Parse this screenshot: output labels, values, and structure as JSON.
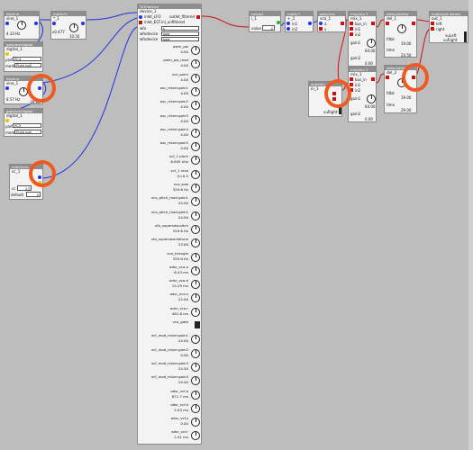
{
  "colors": {
    "canvas": "#bdbdbd",
    "audio_wire": "#cc1111",
    "control_wire": "#2233dd",
    "highlight": "#ee5a22"
  },
  "sine1": {
    "header": "lfo/sine",
    "name": "sine_1",
    "value": "4.33 Hz"
  },
  "mathf": {
    "header": "math/*c",
    "name": "*_1",
    "value": "x0.477",
    "value2": "10.50"
  },
  "gpio1": {
    "header": "gpio/out/digital",
    "name": "digital_1",
    "pad_label": "pad",
    "pad": "PC4",
    "mode_label": "mode",
    "mode": "Push pull"
  },
  "sine2": {
    "header": "lfo/sine",
    "name": "sine_1",
    "value": "8.57 Hz",
    "value2": "-28.60"
  },
  "gpio2": {
    "header": "gpio/out/digital",
    "name": "digital_1",
    "pad_label": "pad",
    "pad": "PC5",
    "mode_label": "mode",
    "mode": "Push pull"
  },
  "midi": {
    "header": "midi/in/cc",
    "name": "cc_1",
    "cc_label": "cc",
    "cc": "23",
    "default_label": "default",
    "default": "0"
  },
  "const": {
    "header": "const/i",
    "name": "i_1",
    "value": "2"
  },
  "mathadd": {
    "header": "math/+",
    "name": "+_1",
    "in1": "in1",
    "in2": "in2"
  },
  "gain": {
    "header": "gain/vca",
    "name": "vca_1",
    "a": "a",
    "v": "v"
  },
  "mix1": {
    "header": "mix/mix 2",
    "name": "mix_1",
    "bus": "bus_in",
    "in1": "in1",
    "gain1": "gain1",
    "in2": "in2",
    "gain2": "gain2",
    "g1": "64.00",
    "g2": "0.00"
  },
  "mix2": {
    "header": "mix/mix 2",
    "name": "mix_1",
    "bus": "bus_in",
    "in1": "in1",
    "gain1": "gain1",
    "in2": "in2",
    "gain2": "gain2",
    "g1": "64.00",
    "g2": "0.00"
  },
  "delay1": {
    "header": "delay/stereo",
    "name": "del_1",
    "fdbk": "fdbk",
    "fdbk_val": "19.00",
    "time": "time",
    "time_val": "24.50"
  },
  "delay2": {
    "header": "delay/stereo",
    "name": "del_2",
    "fdbk": "fdbk",
    "fdbk_val": "19.00",
    "time": "time",
    "time_val": "29.00"
  },
  "out": {
    "header": "audio/out stereo",
    "name": "out_1",
    "left": "left",
    "right": "right",
    "vuleft": "vuLeft",
    "vuright": "vuRight"
  },
  "ain": {
    "header": "audio/in",
    "name": "in_1",
    "vuright": "vuRight"
  },
  "dev": {
    "header": "TCE/device",
    "name": "device_1",
    "inlet1": "inlet_LFO",
    "inlet2": "inlet_ECF.inl_unfiltered",
    "outlet1": "outlet_filtered",
    "selects": [
      {
        "label": "wfo",
        "value": "s"
      },
      {
        "label": "wfodevice",
        "value": "saw"
      },
      {
        "label": "wfodevice",
        "value": "saw"
      }
    ],
    "params": [
      {
        "label": "pwm_pw",
        "value": "4.00"
      },
      {
        "label": "pwm_pw_mod",
        "value": "4.00"
      },
      {
        "label": "vco_pwm",
        "value": "4.00"
      },
      {
        "label": "osc_mixer.gain1",
        "value": "4.00"
      },
      {
        "label": "osc_mixer.gain2",
        "value": "4.00"
      },
      {
        "label": "osc_mixer.gain3",
        "value": "4.00"
      },
      {
        "label": "osc_mixer.gain4",
        "value": "4.00"
      },
      {
        "label": "osc_mixer.gain5",
        "value": "4.00"
      },
      {
        "label": "vcf_1 pitch",
        "value": "6.645 kHz"
      },
      {
        "label": "vcf_1 reso",
        "value": "Q=0.5"
      },
      {
        "label": "vco_saw",
        "value": "329.6 Hz"
      },
      {
        "label": "vco_pitch_mod.gain1",
        "value": "24.00"
      },
      {
        "label": "vco_pitch_mod.gain2",
        "value": "24.00"
      },
      {
        "label": "vfo_supersaw.pitch",
        "value": "329.6 Hz"
      },
      {
        "label": "vfo_supersaw.detune",
        "value": "23.00"
      },
      {
        "label": "vco_triangle",
        "value": "329.6 Hz"
      },
      {
        "label": "adsr_vca.a",
        "value": "6.43 ms"
      },
      {
        "label": "adsr_vca.d",
        "value": "15.29 ms"
      },
      {
        "label": "adsr_vca.s",
        "value": "22.00"
      },
      {
        "label": "adsr_vca.r",
        "value": "461.8 ms"
      },
      {
        "label": "vca_gate",
        "value": ""
      },
      {
        "label": "vcf_mod_mixer.gain1",
        "value": "24.00"
      },
      {
        "label": "vcf_mod_mixer.gain2",
        "value": "0.00"
      },
      {
        "label": "vcf_mod_mixer.gain3",
        "value": "24.50"
      },
      {
        "label": "vcf_mod_mixer.gain4",
        "value": "24.00"
      },
      {
        "label": "adsr_vcf.a",
        "value": "871.7 ms"
      },
      {
        "label": "adsr_vcf.d",
        "value": "2.03 ms"
      },
      {
        "label": "adsr_vcf.s",
        "value": "0.00"
      },
      {
        "label": "adsr_vcf.r",
        "value": "2.41 ms"
      }
    ]
  }
}
